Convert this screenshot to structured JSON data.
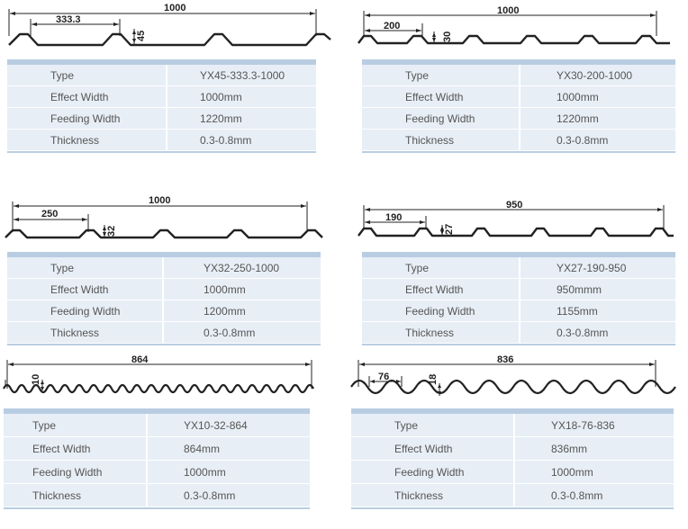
{
  "labels": {
    "type": "Type",
    "effect": "Effect Width",
    "feeding": "Feeding Width",
    "thickness": "Thickness"
  },
  "panels": [
    {
      "type": "YX45-333.3-1000",
      "effect": "1000mm",
      "feeding": "1220mm",
      "thickness": "0.3-0.8mm",
      "dims": {
        "total": "1000",
        "pitch": "333.3",
        "height": "45"
      }
    },
    {
      "type": "YX30-200-1000",
      "effect": "1000mm",
      "feeding": "1220mm",
      "thickness": "0.3-0.8mm",
      "dims": {
        "total": "1000",
        "pitch": "200",
        "height": "30"
      }
    },
    {
      "type": "YX32-250-1000",
      "effect": "1000mm",
      "feeding": "1200mm",
      "thickness": "0.3-0.8mm",
      "dims": {
        "total": "1000",
        "pitch": "250",
        "height": "32"
      }
    },
    {
      "type": "YX27-190-950",
      "effect": "950mmm",
      "feeding": "1155mm",
      "thickness": "0.3-0.8mm",
      "dims": {
        "total": "950",
        "pitch": "190",
        "height": "27"
      }
    },
    {
      "type": "YX10-32-864",
      "effect": "864mm",
      "feeding": "1000mm",
      "thickness": "0.3-0.8mm",
      "dims": {
        "total": "864",
        "height": "10"
      }
    },
    {
      "type": "YX18-76-836",
      "effect": "836mm",
      "feeding": "1000mm",
      "thickness": "0.3-0.8mm",
      "dims": {
        "total": "836",
        "pitch": "76",
        "height": "18"
      }
    }
  ]
}
